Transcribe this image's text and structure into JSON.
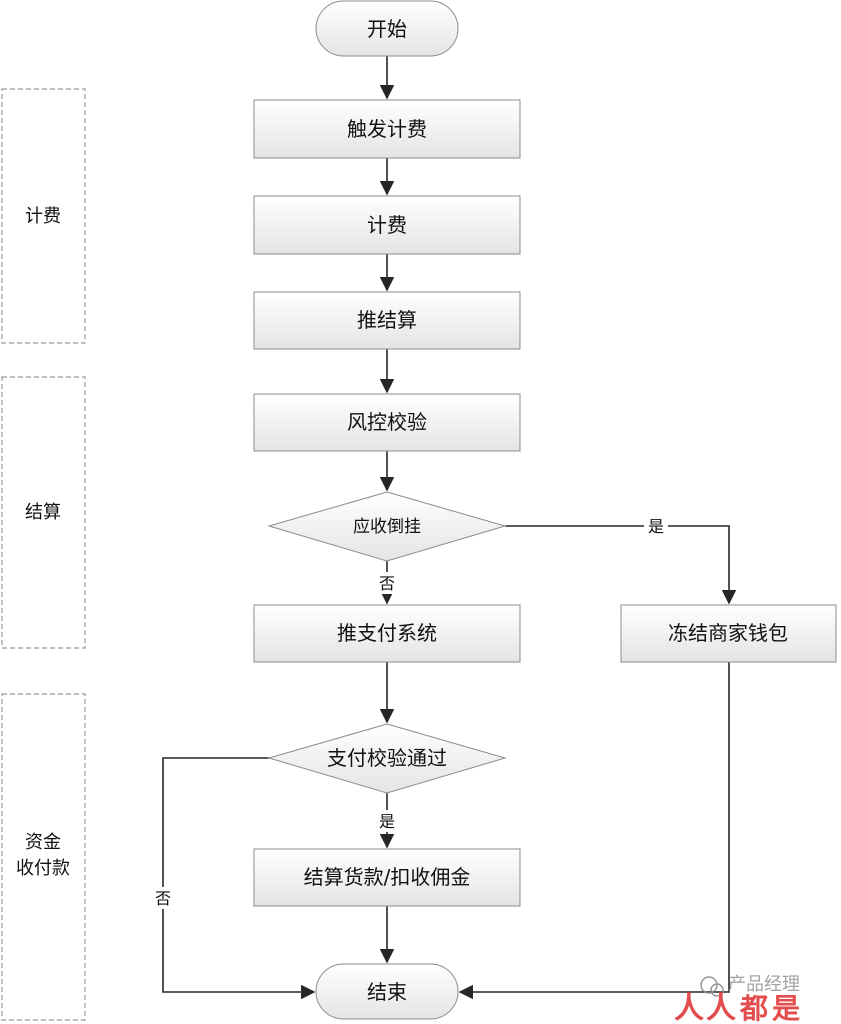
{
  "lanes": [
    {
      "id": "billing",
      "lines": [
        "计费"
      ]
    },
    {
      "id": "settlement",
      "lines": [
        "结算"
      ]
    },
    {
      "id": "funds",
      "lines": [
        "资金",
        "收付款"
      ]
    }
  ],
  "nodes": {
    "start": "开始",
    "trigger_billing": "触发计费",
    "billing": "计费",
    "push_settlement": "推结算",
    "risk_check": "风控校验",
    "receivable_hold": "应收倒挂",
    "push_payment": "推支付系统",
    "freeze_wallet": "冻结商家钱包",
    "payment_check_passed": "支付校验通过",
    "settle_goods": "结算货款/扣收佣金",
    "end": "结束"
  },
  "edge_labels": {
    "hold_yes": "是",
    "hold_no": "否",
    "pay_yes": "是",
    "pay_no": "否"
  },
  "colors": {
    "node_fill_top": "#ffffff",
    "node_fill_bottom": "#e6e6e6",
    "edge": "#262626",
    "watermark_red": "#e03a3a"
  },
  "watermark": {
    "text": "产品经理",
    "logo": "人人都是产品经理",
    "icon": "wechat-icon"
  }
}
